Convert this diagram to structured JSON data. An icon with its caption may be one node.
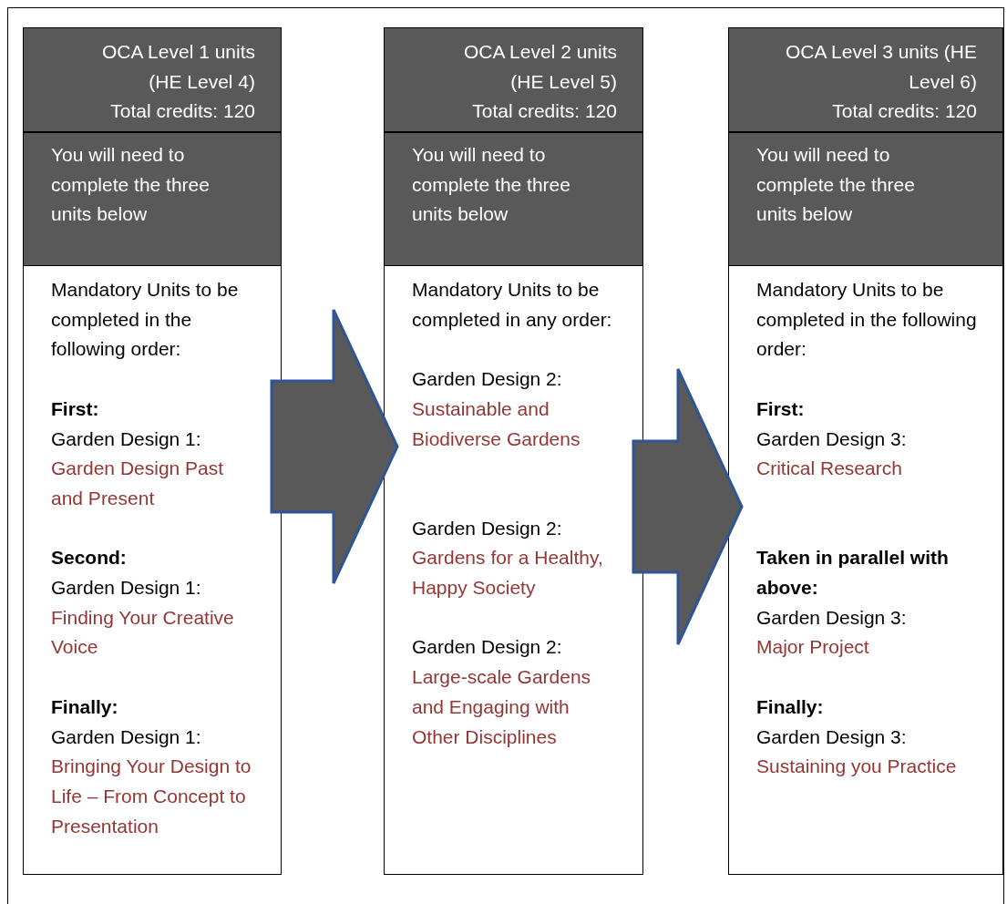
{
  "diagram": {
    "nodes": [
      {
        "text": [
          "OCA Level 1 units (HE Level 4)",
          "Total credits: 120"
        ]
      },
      {
        "text": [
          "You will need to complete the three units below"
        ]
      },
      {
        "text": [
          "Mandatory Units to be completed in the following order:",
          "First:",
          "Garden Design 1:",
          "Garden Design Past and Present",
          "Second:",
          "Garden Design 1:",
          "Finding Your Creative Voice",
          "Finally:",
          "Garden Design 1:",
          "Bringing Your Design to Life – From Concept to Presentation"
        ]
      },
      {
        "text": [
          "OCA Level 2 units (HE Level 5)",
          "Total credits: 120"
        ]
      },
      {
        "text": [
          "You will need to complete the three units below"
        ]
      },
      {
        "text": [
          "Mandatory Units to be completed in any order:",
          "Garden Design 2:",
          "Sustainable and Biodiverse Gardens",
          "Garden Design 2:",
          "Gardens for a Healthy, Happy Society",
          "Garden Design 2:",
          "Large-scale Gardens and Engaging with Other Disciplines"
        ]
      },
      {
        "text": [
          "OCA Level 3 units (HE Level 6)",
          "Total credits: 120"
        ]
      },
      {
        "text": [
          "You will need to complete the three units below"
        ]
      },
      {
        "text": [
          "Mandatory Units to be completed in the following order:",
          "First:",
          "Garden Design 3:",
          "Critical Research",
          "Taken in parallel with above:",
          "Garden Design 3:",
          "Major Project",
          "Finally:",
          "Garden Design 3:",
          "Sustaining you Practice"
        ]
      }
    ],
    "edges": [
      {
        "from": 2,
        "to": 5,
        "arrow": "to"
      },
      {
        "from": 5,
        "to": 8,
        "arrow": "to"
      }
    ]
  }
}
